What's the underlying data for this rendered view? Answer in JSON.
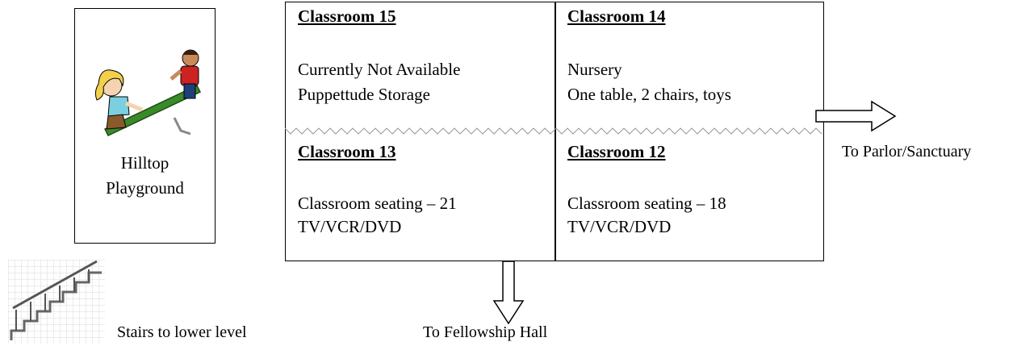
{
  "playground": {
    "line1": "Hilltop",
    "line2": "Playground",
    "icon": "seesaw-kids-icon"
  },
  "rooms": {
    "r15": {
      "title": "Classroom 15",
      "line1": "Currently Not Available",
      "line2": "Puppettude Storage"
    },
    "r14": {
      "title": "Classroom 14",
      "line1": "Nursery",
      "line2": "One table, 2 chairs, toys"
    },
    "r13": {
      "title": "Classroom 13",
      "line1": "Classroom seating – 21",
      "line2": "TV/VCR/DVD"
    },
    "r12": {
      "title": "Classroom 12",
      "line1": "Classroom seating – 18",
      "line2": "TV/VCR/DVD"
    }
  },
  "directions": {
    "parlor": "To Parlor/Sanctuary",
    "fellowship": "To Fellowship Hall",
    "stairs": "Stairs to lower level"
  },
  "icons": {
    "stairs": "stairs-icon",
    "right_arrow": "arrow-right-icon",
    "down_arrow": "arrow-down-icon"
  },
  "colors": {
    "seesaw_board": "#3a8a2a",
    "girl_hair": "#f2d04a",
    "boy_shirt": "#cc2222"
  }
}
